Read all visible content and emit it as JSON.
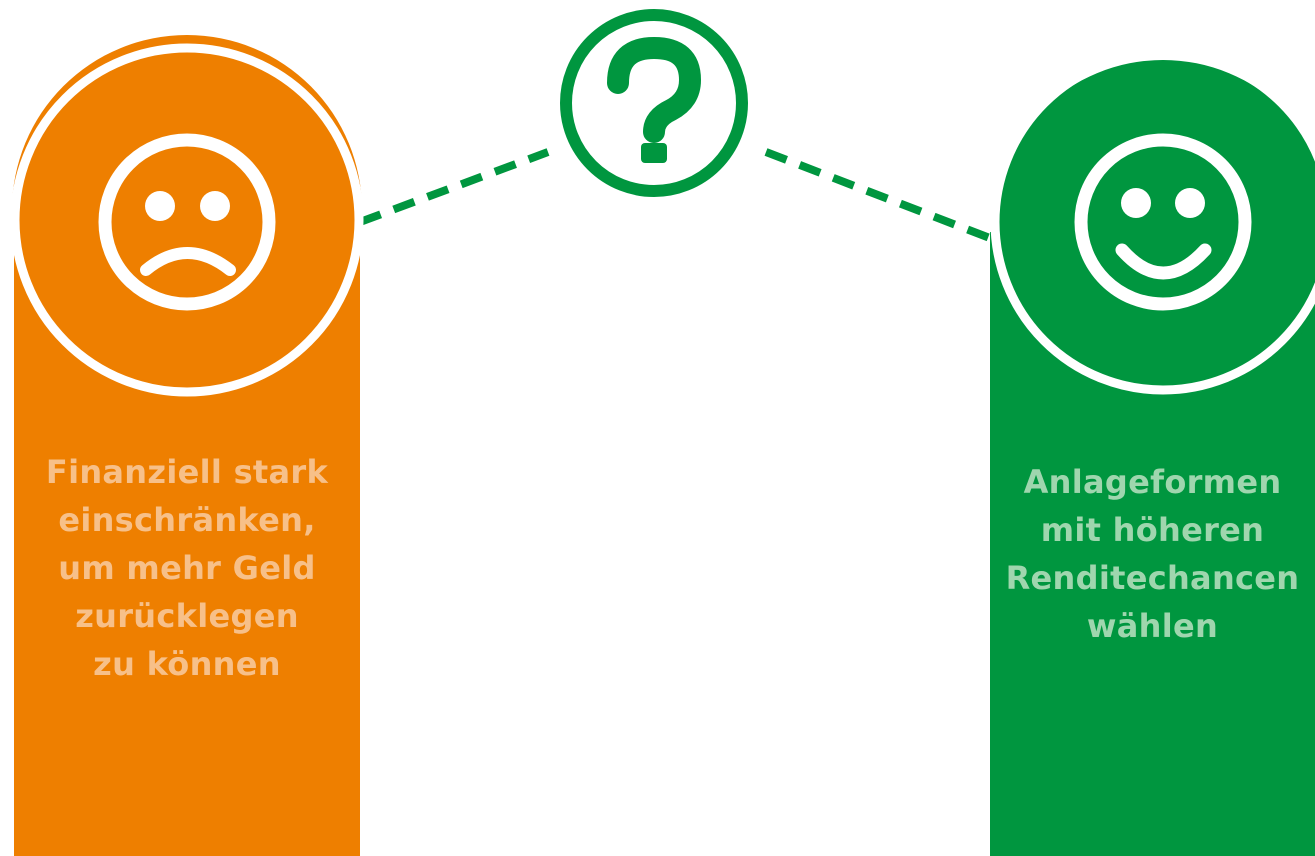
{
  "colors": {
    "orange": "#EE7F00",
    "orange_text": "#F7C089",
    "green": "#00963F",
    "green_text": "#9FD6AE",
    "connector": "#00963F",
    "background": "#FFFFFF"
  },
  "left_option": {
    "icon": "sad-face-icon",
    "lines": [
      "Finanziell stark",
      "einschränken,",
      "um mehr Geld",
      "zurücklegen",
      "zu können"
    ]
  },
  "center": {
    "icon": "question-mark-icon",
    "glyph": "?"
  },
  "right_option": {
    "icon": "smiley-face-icon",
    "lines": [
      "Anlageformen",
      "mit höheren",
      "Renditechancen",
      "wählen"
    ]
  }
}
